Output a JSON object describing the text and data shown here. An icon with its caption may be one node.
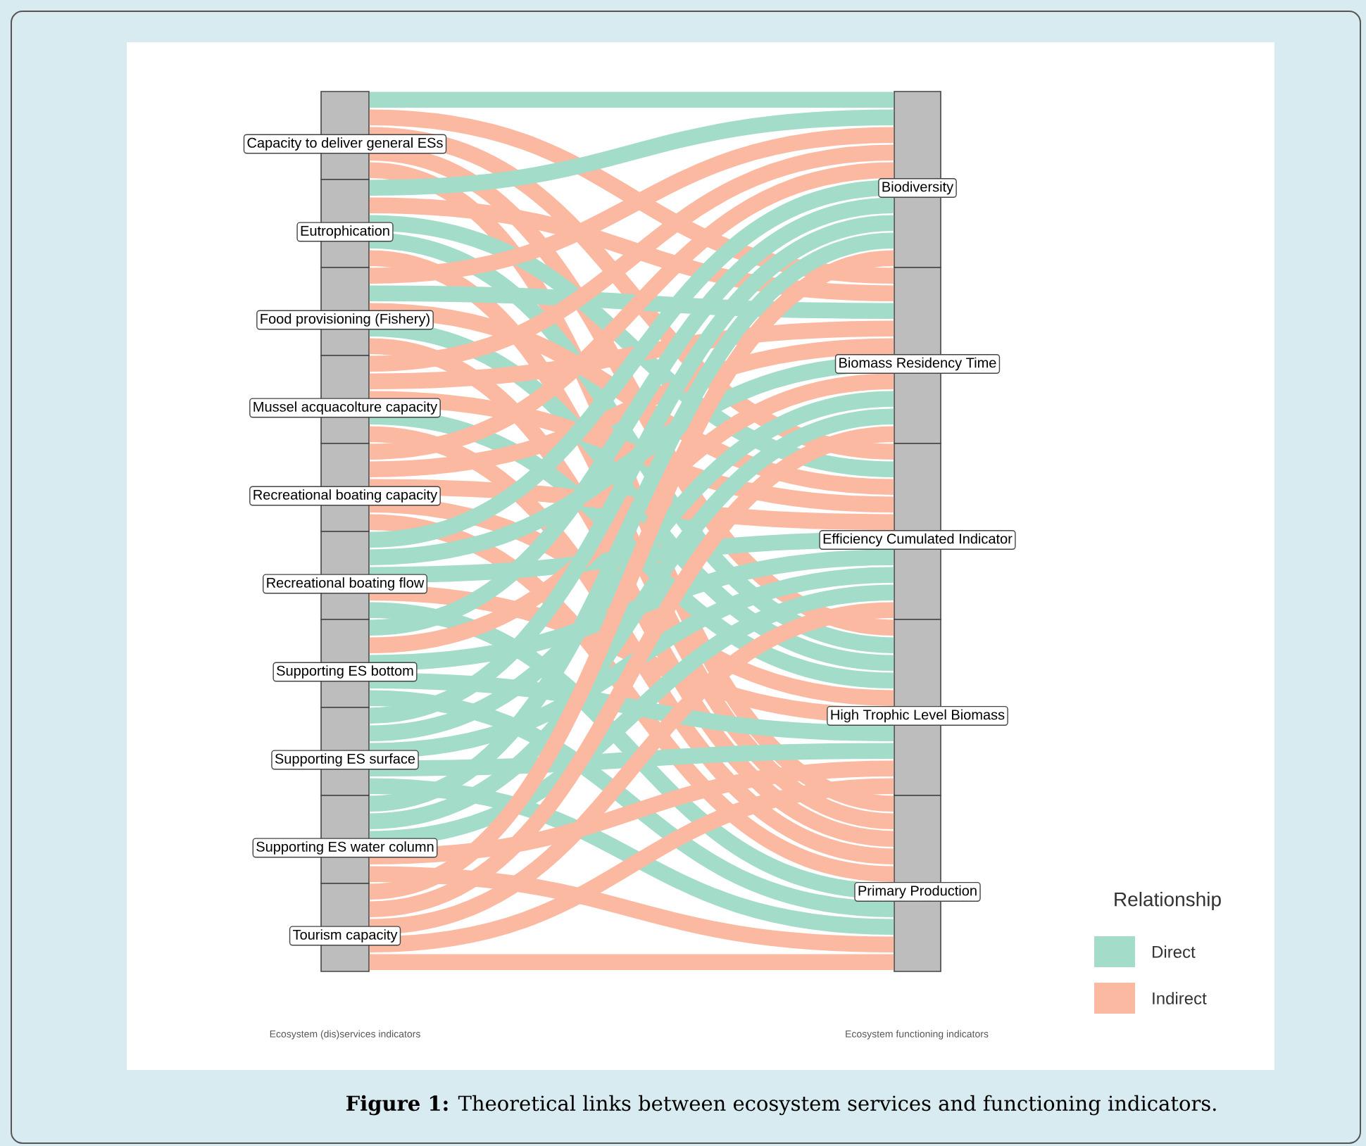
{
  "diagram": {
    "caption": "**Figure 1:** Theoretical links between ecosystem services and functioning indicators.",
    "nodes": [
      {
        "text": [
          "Capacity to deliver general ESs"
        ]
      },
      {
        "text": [
          "Eutrophication"
        ]
      },
      {
        "text": [
          "Food provisioning (Fishery)"
        ]
      },
      {
        "text": [
          "Mussel acquacolture capacity"
        ]
      },
      {
        "text": [
          "Recreational boating capacity"
        ]
      },
      {
        "text": [
          "Recreational boating flow"
        ]
      },
      {
        "text": [
          "Supporting ES bottom"
        ]
      },
      {
        "text": [
          "Supporting ES surface"
        ]
      },
      {
        "text": [
          "Supporting ES water column"
        ]
      },
      {
        "text": [
          "Tourism capacity"
        ]
      },
      {
        "text": [
          "Biodiversity"
        ]
      },
      {
        "text": [
          "Biomass Residency Time"
        ]
      },
      {
        "text": [
          "Efficiency Cumulated Indicator"
        ]
      },
      {
        "text": [
          "High Trophic Level Biomass"
        ]
      },
      {
        "text": [
          "Primary Production"
        ]
      }
    ],
    "edges": [
      {
        "from": 0,
        "to": 10,
        "arrow": "none",
        "color": "#a3dcc8"
      },
      {
        "from": 0,
        "to": 11,
        "arrow": "none"
      },
      {
        "from": 0,
        "to": 12,
        "arrow": "none"
      },
      {
        "from": 0,
        "to": 13,
        "arrow": "none"
      },
      {
        "from": 0,
        "to": 14,
        "arrow": "none"
      },
      {
        "from": 1,
        "to": 10,
        "arrow": "none",
        "color": "#a3dcc8"
      },
      {
        "from": 1,
        "to": 11,
        "arrow": "none"
      },
      {
        "from": 1,
        "to": 12,
        "arrow": "none",
        "color": "#a3dcc8"
      },
      {
        "from": 1,
        "to": 13,
        "arrow": "none",
        "color": "#a3dcc8"
      },
      {
        "from": 1,
        "to": 14,
        "arrow": "none"
      },
      {
        "from": 2,
        "to": 10,
        "arrow": "none"
      },
      {
        "from": 2,
        "to": 11,
        "arrow": "none",
        "color": "#a3dcc8"
      },
      {
        "from": 2,
        "to": 12,
        "arrow": "none"
      },
      {
        "from": 2,
        "to": 13,
        "arrow": "none",
        "color": "#a3dcc8"
      },
      {
        "from": 2,
        "to": 14,
        "arrow": "none"
      },
      {
        "from": 3,
        "to": 10,
        "arrow": "none"
      },
      {
        "from": 3,
        "to": 11,
        "arrow": "none"
      },
      {
        "from": 3,
        "to": 12,
        "arrow": "none"
      },
      {
        "from": 3,
        "to": 13,
        "arrow": "none",
        "color": "#a3dcc8"
      },
      {
        "from": 3,
        "to": 14,
        "arrow": "none"
      },
      {
        "from": 4,
        "to": 10,
        "arrow": "none"
      },
      {
        "from": 4,
        "to": 11,
        "arrow": "none"
      },
      {
        "from": 4,
        "to": 12,
        "arrow": "none"
      },
      {
        "from": 4,
        "to": 13,
        "arrow": "none"
      },
      {
        "from": 4,
        "to": 14,
        "arrow": "none"
      },
      {
        "from": 5,
        "to": 10,
        "arrow": "none",
        "color": "#a3dcc8"
      },
      {
        "from": 5,
        "to": 11,
        "arrow": "none",
        "color": "#a3dcc8"
      },
      {
        "from": 5,
        "to": 12,
        "arrow": "none",
        "color": "#a3dcc8"
      },
      {
        "from": 5,
        "to": 13,
        "arrow": "none"
      },
      {
        "from": 5,
        "to": 14,
        "arrow": "none",
        "color": "#a3dcc8"
      },
      {
        "from": 6,
        "to": 10,
        "arrow": "none",
        "color": "#a3dcc8"
      },
      {
        "from": 6,
        "to": 11,
        "arrow": "none"
      },
      {
        "from": 6,
        "to": 12,
        "arrow": "none",
        "color": "#a3dcc8"
      },
      {
        "from": 6,
        "to": 13,
        "arrow": "none",
        "color": "#a3dcc8"
      },
      {
        "from": 6,
        "to": 14,
        "arrow": "none",
        "color": "#a3dcc8"
      },
      {
        "from": 7,
        "to": 10,
        "arrow": "none",
        "color": "#a3dcc8"
      },
      {
        "from": 7,
        "to": 11,
        "arrow": "none",
        "color": "#a3dcc8"
      },
      {
        "from": 7,
        "to": 12,
        "arrow": "none",
        "color": "#a3dcc8"
      },
      {
        "from": 7,
        "to": 13,
        "arrow": "none",
        "color": "#a3dcc8"
      },
      {
        "from": 7,
        "to": 14,
        "arrow": "none",
        "color": "#a3dcc8"
      },
      {
        "from": 8,
        "to": 10,
        "arrow": "none",
        "color": "#a3dcc8"
      },
      {
        "from": 8,
        "to": 11,
        "arrow": "none",
        "color": "#a3dcc8"
      },
      {
        "from": 8,
        "to": 12,
        "arrow": "none",
        "color": "#a3dcc8"
      },
      {
        "from": 8,
        "to": 13,
        "arrow": "none"
      },
      {
        "from": 8,
        "to": 14,
        "arrow": "none"
      },
      {
        "from": 9,
        "to": 10,
        "arrow": "none"
      },
      {
        "from": 9,
        "to": 11,
        "arrow": "none"
      },
      {
        "from": 9,
        "to": 12,
        "arrow": "none"
      },
      {
        "from": 9,
        "to": 13,
        "arrow": "none"
      },
      {
        "from": 9,
        "to": 14,
        "arrow": "none"
      }
    ],
    "labels": [
      "Ecosystem (dis)services indicators",
      "Ecosystem functioning indicators",
      "Relationship"
    ],
    "legend": [
      {
        "text": "Direct",
        "color": "#a3dcc8"
      },
      {
        "text": "Indirect",
        "color": "#fbb9a1"
      }
    ]
  }
}
